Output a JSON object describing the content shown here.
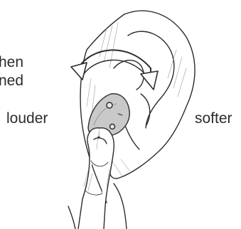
{
  "caption": {
    "line1": "hen",
    "line2": "ned"
  },
  "labels": {
    "louder": "louder",
    "softer": "softer"
  },
  "icons": {
    "rotation_arrow": "double-headed-curved-arrow-icon",
    "illustration": "ear-with-hearing-aid-and-finger"
  },
  "colors": {
    "stroke": "#2b2b2b",
    "device": "#c9c9c9",
    "skin": "#ffffff"
  }
}
